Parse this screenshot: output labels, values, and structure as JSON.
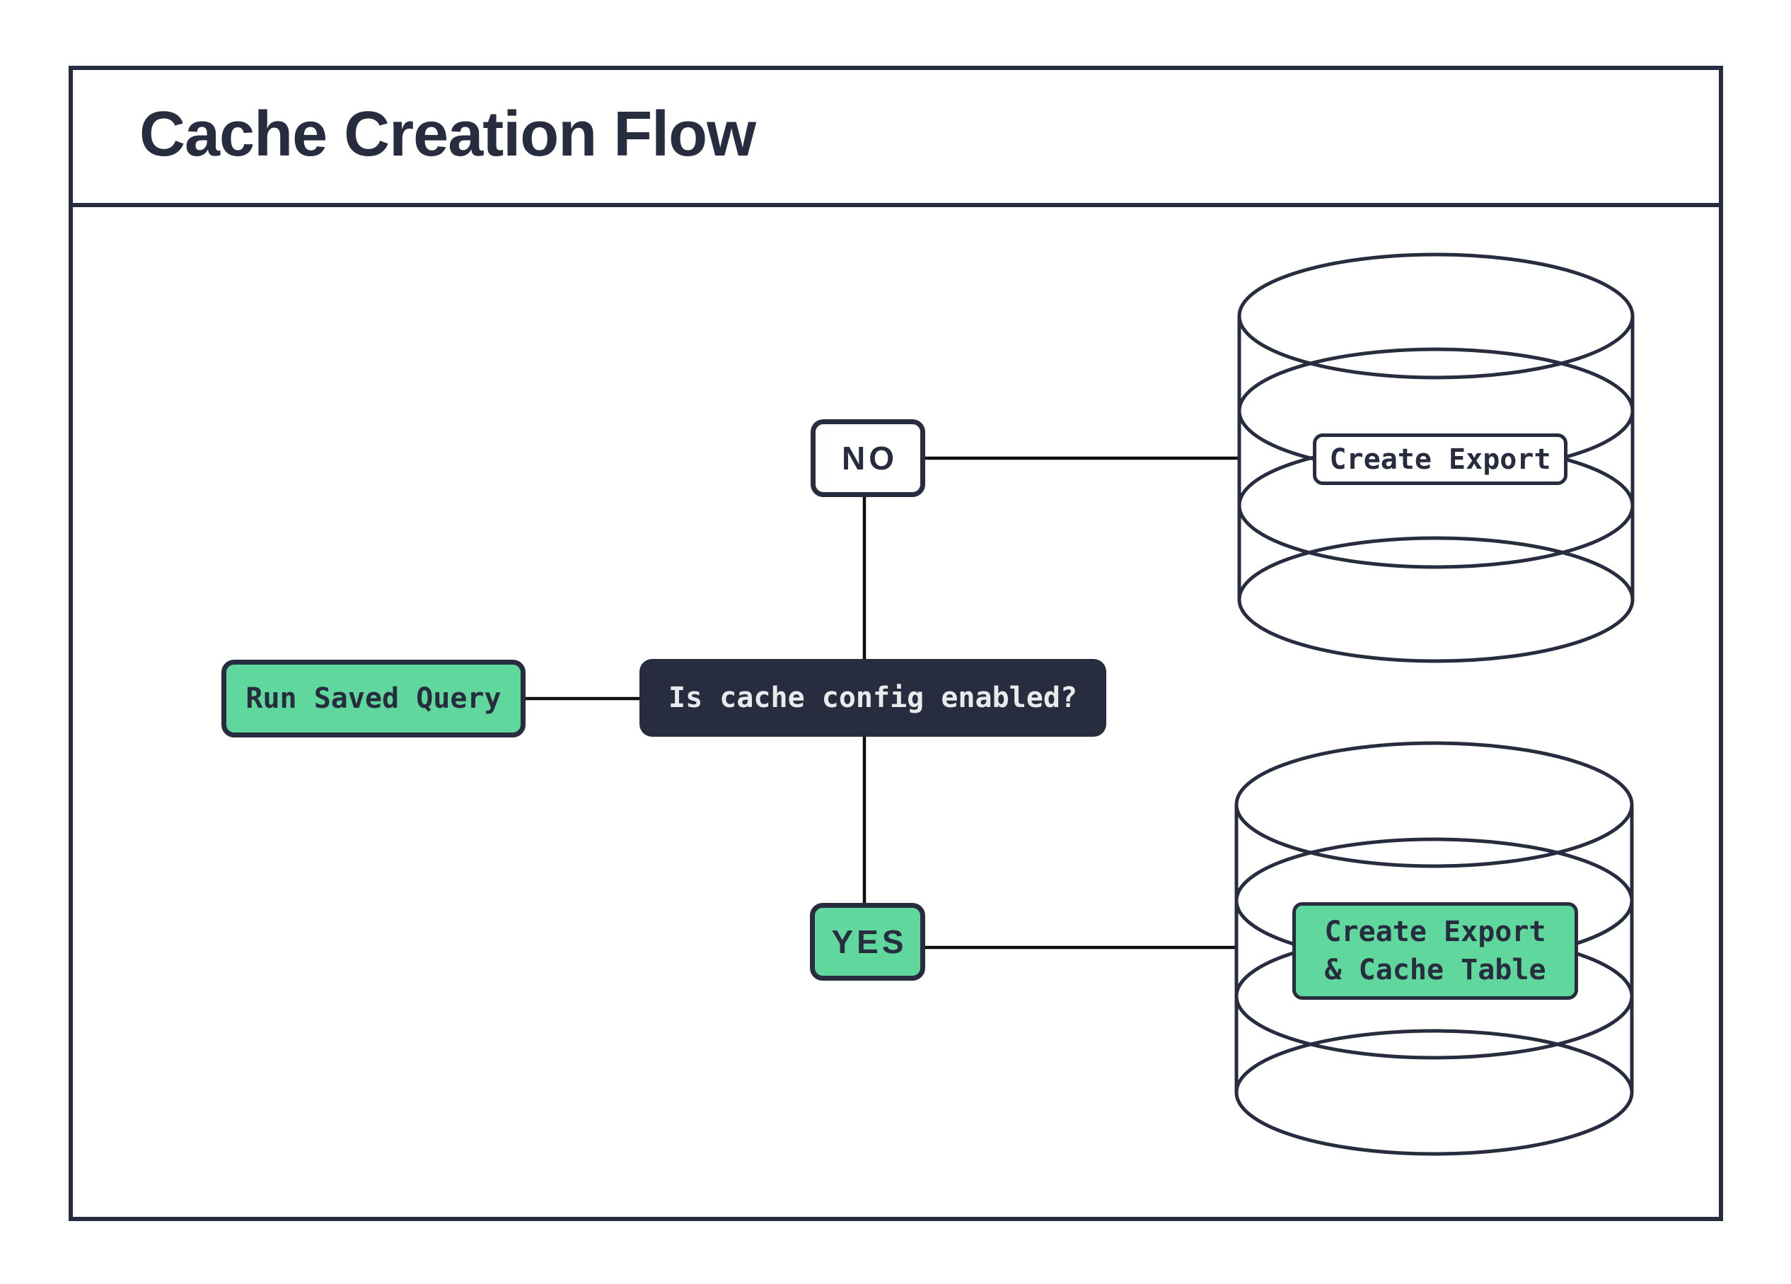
{
  "title": "Cache Creation Flow",
  "flow": {
    "start": {
      "label": "Run Saved Query"
    },
    "decision": {
      "label": "Is cache config enabled?"
    },
    "branch_no": {
      "label": "NO"
    },
    "branch_yes": {
      "label": "YES"
    },
    "outcome_no": {
      "label": "Create Export"
    },
    "outcome_yes": {
      "label_line1": "Create Export",
      "label_line2": "& Cache Table"
    }
  },
  "icons": {
    "top_database": "database-icon",
    "bottom_database": "database-icon"
  },
  "colors": {
    "accent_green": "#60d79c",
    "dark_navy": "#272d3e",
    "connector_black": "#0d0d0d",
    "light_text": "#e9eaec"
  }
}
